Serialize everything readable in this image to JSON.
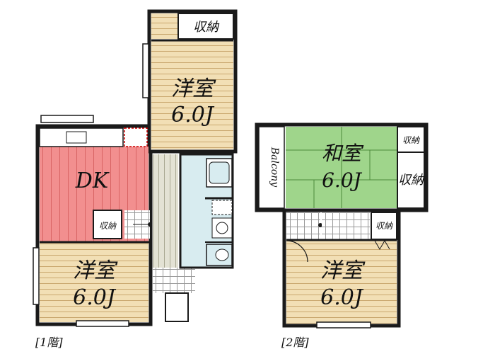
{
  "floors": [
    {
      "label": "[1階]"
    },
    {
      "label": "[2階]"
    }
  ],
  "rooms_1f": {
    "western_top": {
      "name": "洋室",
      "size": "6.0J"
    },
    "dk": {
      "name": "DK"
    },
    "western_bottom": {
      "name": "洋室",
      "size": "6.0J"
    },
    "storage_top": "収納",
    "storage_stair": "収納"
  },
  "rooms_2f": {
    "japanese": {
      "name": "和室",
      "size": "6.0J"
    },
    "western": {
      "name": "洋室",
      "size": "6.0J"
    },
    "balcony": "Balcony",
    "storage_small": "収納",
    "storage_mid": "収納",
    "storage_stair": "収納"
  },
  "colors": {
    "wall": "#1a1a1a",
    "wood_floor": "#f2dfb5",
    "wood_line": "#c9a76e",
    "dk_floor": "#f28f8f",
    "dk_line": "#d86464",
    "tatami": "#9fd58b",
    "tatami_line": "#4c8a3b",
    "wet_area": "#d8ecf0",
    "hall": "#e3e2d4"
  }
}
